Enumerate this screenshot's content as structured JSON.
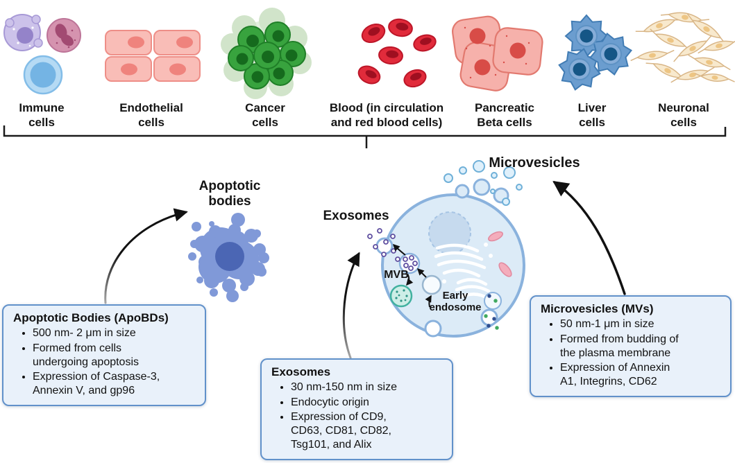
{
  "figure": {
    "topic": "Extracellular vesicle types and their cellular sources"
  },
  "cell_types": [
    {
      "label": "Immune\ncells"
    },
    {
      "label": "Endothelial\ncells"
    },
    {
      "label": "Cancer\ncells"
    },
    {
      "label": "Blood (in circulation\nand red blood cells)"
    },
    {
      "label": "Pancreatic\nBeta cells"
    },
    {
      "label": "Liver\ncells"
    },
    {
      "label": "Neuronal\ncells"
    }
  ],
  "vesicle_labels": {
    "apoptotic": "Apoptotic\nbodies",
    "exosomes": "Exosomes",
    "microvesicles": "Microvesicles",
    "mvb": "MVB",
    "early_endosome": "Early\nendosome"
  },
  "info_boxes": [
    {
      "title": "Apoptotic Bodies (ApoBDs)",
      "bullets": [
        "500 nm- 2 μm in size",
        "Formed from cells\nundergoing apoptosis",
        "Expression of Caspase-3,\nAnnexin V, and gp96"
      ]
    },
    {
      "title": "Exosomes",
      "bullets": [
        "30 nm-150 nm in size",
        "Endocytic origin",
        "Expression of CD9,\nCD63, CD81, CD82,\nTsg101, and Alix"
      ]
    },
    {
      "title": "Microvesicles (MVs)",
      "bullets": [
        "50 nm-1 μm in size",
        "Formed from budding of\nthe plasma membrane",
        "Expression of Annexin\nA1, Integrins, CD62"
      ]
    }
  ],
  "colors": {
    "info_box_fill": "#e9f1fa",
    "info_box_border": "#6191ca",
    "cell_body_fill": "#dcebf7",
    "cell_membrane": "#8ab2dd",
    "apoptotic_body_fill": "#8099d8",
    "apoptotic_nucleus": "#4b66b4",
    "lysosome_fill": "#cdeee7",
    "lysosome_border": "#41b1a0",
    "exosome_purple": "#5f4fa0",
    "mitochondria_pink": "#f4adbc",
    "rbc_red": "#e12b3b",
    "cancer_green": "#38a33e",
    "liver_blue": "#6b9dcf",
    "neuronal_cream": "#f8e9cd",
    "arrow_black": "#111111"
  }
}
